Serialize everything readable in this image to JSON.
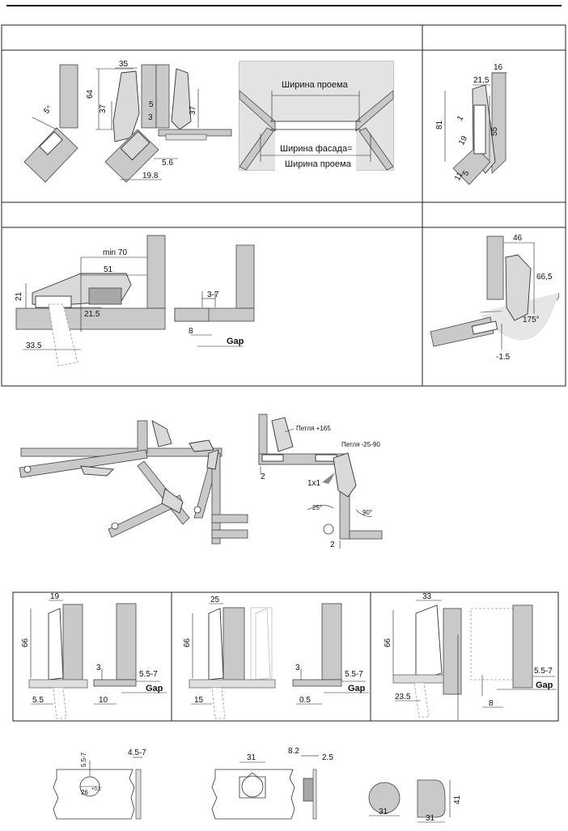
{
  "document": {
    "table_headers": [
      "",
      "",
      "",
      ""
    ],
    "opening": {
      "opening_width_top": "Ширина проема",
      "facade_width": "Ширина фасада=",
      "opening_width_bottom": "Ширина проема"
    },
    "diagram1": {
      "dims": [
        "5°",
        "35",
        "64",
        "37",
        "5",
        "3",
        "37",
        "5.6",
        "19.8"
      ]
    },
    "diagram2": {
      "dims": [
        "16",
        "21.5",
        "81",
        "1",
        "19",
        "55",
        "5",
        "11"
      ]
    },
    "diagram3": {
      "dims": [
        "min 70",
        "51",
        "21",
        "21.5",
        "33.5",
        "3-7",
        "8",
        "Gap"
      ]
    },
    "diagram4": {
      "dims": [
        "46",
        "66,5",
        "175°",
        "-1.5"
      ]
    },
    "corner": {
      "hinge_plus": "Петля +165",
      "hinge_minus": "Петля -25-90",
      "ratio": "1x1",
      "angle_a": "25°",
      "angle_b": "90°",
      "gap_a": "2",
      "gap_b": "2"
    },
    "overlays": [
      {
        "width": "19",
        "height": "66",
        "plate": "3",
        "range": "5.5-7",
        "gap": "Gap",
        "offset": "5.5",
        "edge": "10"
      },
      {
        "width": "25",
        "height": "66",
        "plate": "3",
        "range": "5.5-7",
        "gap": "Gap",
        "offset": "15",
        "edge": "0.5"
      },
      {
        "width": "33",
        "height": "66",
        "range": "5.5-7",
        "gap": "Gap",
        "offset": "23.5",
        "edge": "8"
      }
    ],
    "cups": {
      "edge_dist": "5.5-7",
      "cup_label": "26",
      "cup_tol": "+0.2",
      "depth": "4.5-7",
      "cup_width": "31",
      "flange": "8.2",
      "flange_t": "2.5",
      "cap_d": "31",
      "cap_w": "31",
      "cap_h": "41"
    }
  }
}
